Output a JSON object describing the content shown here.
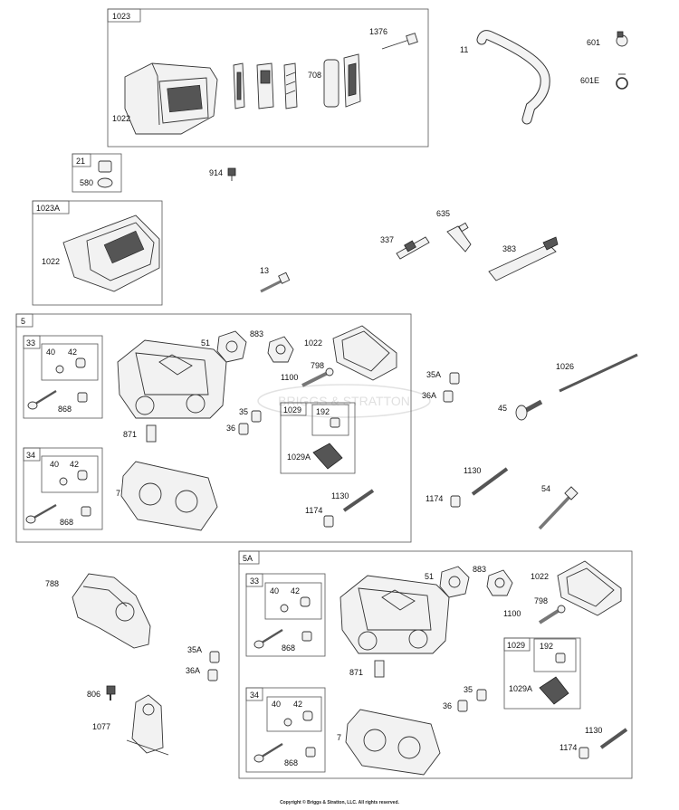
{
  "copyright": "Copyright © Briggs & Stratton, LLC. All rights reserved.",
  "watermark": "BRIGGS & STRATTON",
  "labels": {
    "g1023": "1023",
    "p1376": "1376",
    "p708": "708",
    "p1022_a": "1022",
    "p11": "11",
    "p601": "601",
    "p601e": "601E",
    "g21": "21",
    "p580": "580",
    "p914": "914",
    "g1023a": "1023A",
    "p1022_b": "1022",
    "p635": "635",
    "p337": "337",
    "p383": "383",
    "p13": "13",
    "g5": "5",
    "g33_a": "33",
    "p40_a": "40",
    "p42_a": "42",
    "p868_a": "868",
    "p51_a": "51",
    "p883_a": "883",
    "p1022_c": "1022",
    "p798_a": "798",
    "p1100_a": "1100",
    "p35_a": "35",
    "p36_a": "36",
    "g1029_a": "1029",
    "p192_a": "192",
    "p1029a_a": "1029A",
    "p871_a": "871",
    "g34_a": "34",
    "p40_b": "40",
    "p42_b": "42",
    "p868_b": "868",
    "p7_a": "7",
    "p1130_a": "1130",
    "p1174_a": "1174",
    "p35a_a": "35A",
    "p36a_a": "36A",
    "p1026": "1026",
    "p45": "45",
    "p1130_b": "1130",
    "p1174_b": "1174",
    "p54": "54",
    "p788": "788",
    "p35a_b": "35A",
    "p36a_b": "36A",
    "p806": "806",
    "p1077": "1077",
    "g5a": "5A",
    "g33_b": "33",
    "p40_c": "40",
    "p42_c": "42",
    "p868_c": "868",
    "p51_b": "51",
    "p883_b": "883",
    "p1022_d": "1022",
    "p798_b": "798",
    "p1100_b": "1100",
    "p871_b": "871",
    "g1029_b": "1029",
    "p192_b": "192",
    "p1029a_b": "1029A",
    "p35_b": "35",
    "p36_b": "36",
    "g34_b": "34",
    "p40_d": "40",
    "p42_d": "42",
    "p868_d": "868",
    "p7_b": "7",
    "p1130_c": "1130",
    "p1174_c": "1174"
  }
}
